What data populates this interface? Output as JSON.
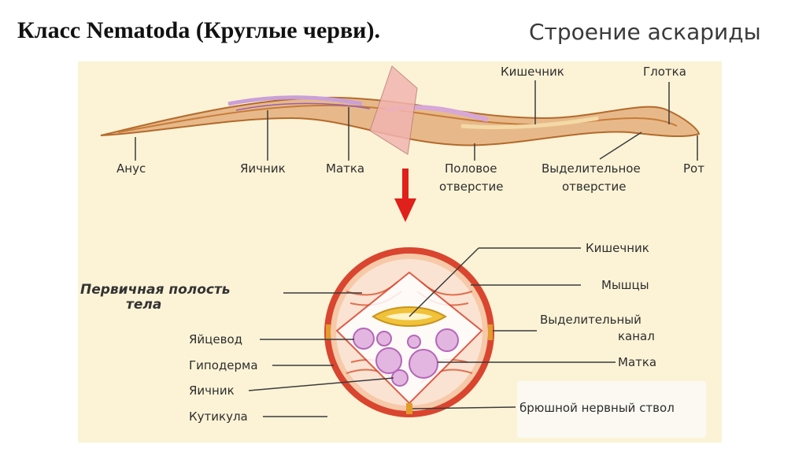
{
  "title": "Класс Nematoda (Круглые черви).",
  "subtitle": "Строение аскариды",
  "worm_labels": {
    "intestine": "Кишечник",
    "pharynx": "Глотка",
    "anus": "Анус",
    "ovary": "Яичник",
    "uterus": "Матка",
    "genital_line1": "Половое",
    "genital_line2": "отверстие",
    "excretory_line1": "Выделительное",
    "excretory_line2": "отверстие",
    "mouth": "Рот"
  },
  "section_labels": {
    "cavity_line1": "Первичная полость",
    "cavity_line2": "тела",
    "oviduct": "Яйцевод",
    "hypodermis": "Гиподерма",
    "ovary": "Яичник",
    "cuticle": "Кутикула",
    "intestine": "Кишечник",
    "muscles": "Мышцы",
    "excretory_line1": "Выделительный",
    "excretory_line2": "канал",
    "uterus": "Матка",
    "nerve_cord": "брюшной нервный ствол"
  },
  "colors": {
    "panel_bg": "#fcf3d6",
    "worm_body": "#e7b98a",
    "worm_outline": "#b46a2c",
    "section_outer": "#d9452f",
    "arrow": "#e0201b",
    "organs": "#b566b8"
  },
  "icons": [
    "down-arrow-icon"
  ]
}
